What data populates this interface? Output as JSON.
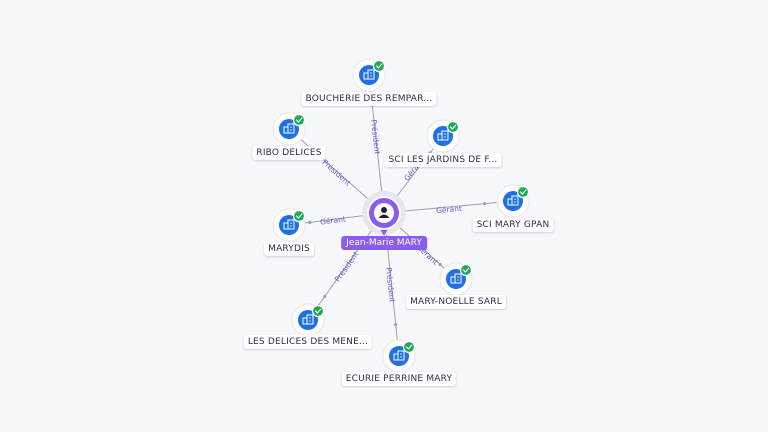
{
  "center": {
    "name": "Jean-Marie MARY",
    "icon": "person-icon",
    "color": "#8a5cf0"
  },
  "colors": {
    "company_icon": "#1f6fe5",
    "verified_badge": "#1faa59",
    "edge": "#9aa0ad",
    "edge_label": "#6a5acd"
  },
  "companies": [
    {
      "id": "boucherie",
      "name": "BOUCHERIE DES REMPAR...",
      "role": "Président"
    },
    {
      "id": "ribo",
      "name": "RIBO DELICES",
      "role": "Président"
    },
    {
      "id": "sci-jardins",
      "name": "SCI LES JARDINS DE F...",
      "role": "Gérant"
    },
    {
      "id": "sci-gpan",
      "name": "SCI MARY GPAN",
      "role": "Gérant"
    },
    {
      "id": "marydis",
      "name": "MARYDIS",
      "role": "Gérant"
    },
    {
      "id": "mary-noelle",
      "name": "MARY-NOELLE SARL",
      "role": "Gérant"
    },
    {
      "id": "delices-mene",
      "name": "LES DELICES DES MENE...",
      "role": "Président"
    },
    {
      "id": "ecurie",
      "name": "ECURIE PERRINE MARY",
      "role": "Président"
    }
  ]
}
